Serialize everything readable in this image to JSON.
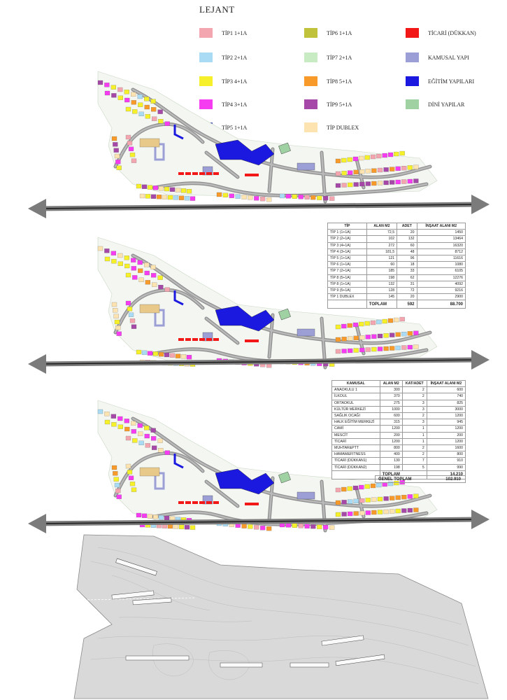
{
  "legend": {
    "title": "LEJANT",
    "items": [
      {
        "label": "TİP1  1+1A",
        "color": "#f4a6b0"
      },
      {
        "label": "TİP2  2+1A",
        "color": "#a9dcf4"
      },
      {
        "label": "TİP3  4+1A",
        "color": "#f5f02a"
      },
      {
        "label": "TİP4  3+1A",
        "color": "#f53cf0"
      },
      {
        "label": "TİP5  1+1A",
        "color": "#4b55b0"
      },
      {
        "label": "TİP6  1+1A",
        "color": "#bfc23a"
      },
      {
        "label": "TİP7  2+1A",
        "color": "#c8ebc4"
      },
      {
        "label": "TİP8  5+1A",
        "color": "#f79a2a"
      },
      {
        "label": "TİP9  5+1A",
        "color": "#a548a8"
      },
      {
        "label": "TİP  DUBLEX",
        "color": "#fde3b0"
      },
      {
        "label": "TİCARİ (DÜKKAN)",
        "color": "#f21818"
      },
      {
        "label": "KAMUSAL YAPI",
        "color": "#9c9fd6"
      },
      {
        "label": "EĞİTİM YAPILARI",
        "color": "#1b19e0"
      },
      {
        "label": "DİNİ YAPILAR",
        "color": "#9fd1a2"
      }
    ]
  },
  "housing_table": {
    "headers": [
      "TİP",
      "ALAN M2",
      "ADET",
      "İNŞAAT ALANI M2"
    ],
    "rows": [
      [
        "TİP 1 (1+1A)",
        "72,5",
        "20",
        "1450"
      ],
      [
        "TİP 2 (2+1A)",
        "102",
        "132",
        "13464"
      ],
      [
        "TİP 3 (4+1A)",
        "272",
        "60",
        "16320"
      ],
      [
        "TİP 4 (3+1A)",
        "181,5",
        "48",
        "8712"
      ],
      [
        "TİP 5 (1+1A)",
        "121",
        "96",
        "11616"
      ],
      [
        "TİP 6 (1+1A)",
        "60",
        "18",
        "1080"
      ],
      [
        "TİP 7 (2+1A)",
        "185",
        "33",
        "6105"
      ],
      [
        "TİP 8 (5+1A)",
        "198",
        "62",
        "12276"
      ],
      [
        "TİP 8 (1+1A)",
        "132",
        "31",
        "4092"
      ],
      [
        "TİP 9 (5+1A)",
        "128",
        "72",
        "9216"
      ],
      [
        "TİP 1 DUBLEX",
        "145",
        "20",
        "2900"
      ]
    ],
    "total_label": "TOPLAM",
    "total_count": "592",
    "total_area": "88.700"
  },
  "public_table": {
    "headers": [
      "KAMUSAL",
      "ALAN M2",
      "KAT/ADET",
      "İNŞAAT ALANI M2"
    ],
    "rows": [
      [
        "ANAOKULU 1",
        "300",
        "2",
        "600"
      ],
      [
        "İLKOUL",
        "370",
        "2",
        "740"
      ],
      [
        "ORTAOKUL",
        "275",
        "3",
        "825"
      ],
      [
        "KÜLTÜR MERKEZİ",
        "1000",
        "3",
        "3000"
      ],
      [
        "SAĞLIK OCAĞI",
        "600",
        "2",
        "1200"
      ],
      [
        "HALK  EĞİTİM MERKEZİ",
        "315",
        "3",
        "945"
      ],
      [
        "CAMİ",
        "1200",
        "1",
        "1200"
      ],
      [
        "MESCİT",
        "200",
        "1",
        "200"
      ],
      [
        "TİCARİ",
        "1200",
        "1",
        "1200"
      ],
      [
        "MUHTAR&PTT",
        "800",
        "2",
        "1600"
      ],
      [
        "HAMAM&FITNESS",
        "400",
        "2",
        "800"
      ],
      [
        "TİCARİ (DÜKKAN1)",
        "130",
        "7",
        "910"
      ],
      [
        "TİCARİ (DÜKKAN2)",
        "198",
        "5",
        "990"
      ]
    ],
    "total_label": "TOPLAM",
    "total_area": "14.210",
    "grand_label": "GENEL TOPLAM",
    "grand_area": "102.910"
  },
  "plans": [
    {
      "variant": "types"
    },
    {
      "variant": "types"
    },
    {
      "variant": "types"
    }
  ]
}
